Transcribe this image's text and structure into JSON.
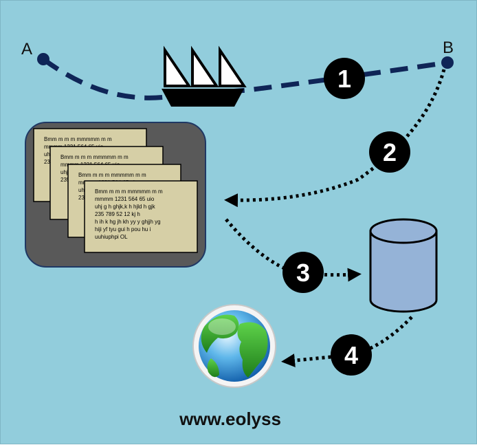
{
  "points": {
    "a": "A",
    "b": "B"
  },
  "steps": [
    "1",
    "2",
    "3",
    "4"
  ],
  "document": {
    "lines": [
      "Bmm  m m m mmmmm m m",
      "mmmm   1231  564 65  uio",
      "uhj  g h ghjk,k h hjld  h gjk",
      "235 789  52 12  kj h",
      " h ih k hg jh kh yy  y ghjjh  yg",
      "hiji yf tyu gui h  pou hu i",
      "uuhiuphpi  OL"
    ]
  },
  "footer": {
    "text": "www.eolyss"
  },
  "colors": {
    "background": "#92cddc",
    "route": "#0f2557",
    "badge": "#000000",
    "paper": "#d6cfa6",
    "panel": "#595959",
    "cylinder": "#95b3d7"
  },
  "icons": [
    "ship-icon",
    "documents-icon",
    "database-icon",
    "globe-icon"
  ]
}
